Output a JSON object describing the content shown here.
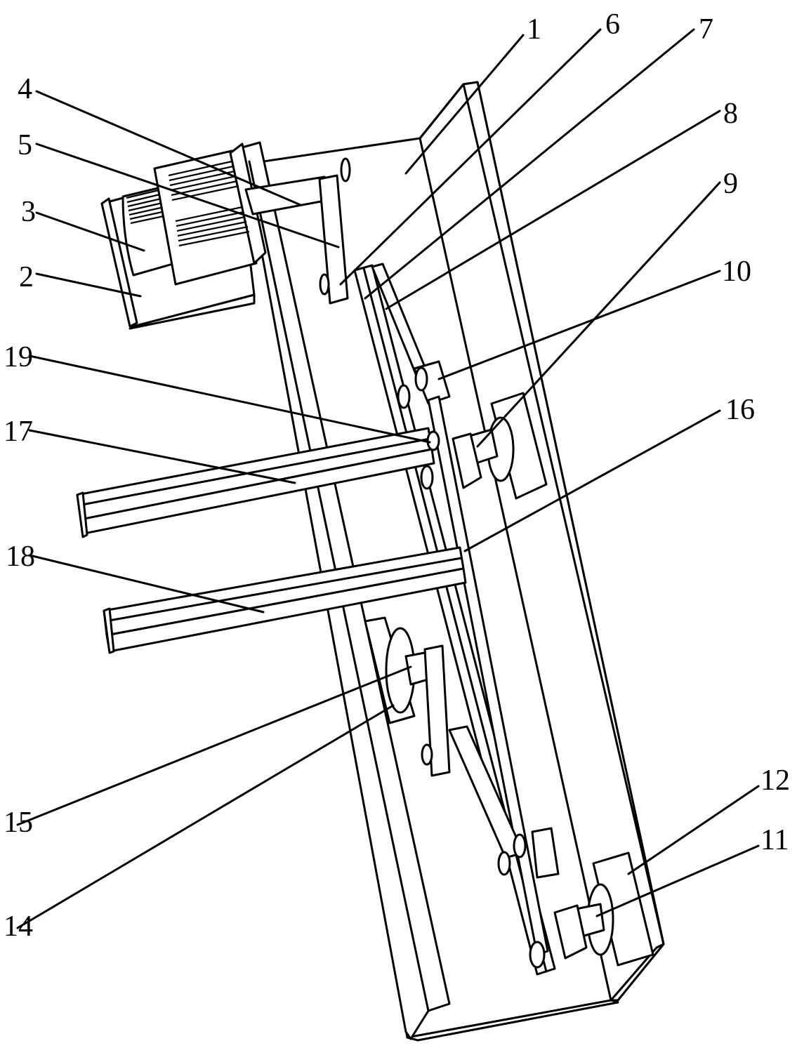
{
  "figure": {
    "type": "patent-line-drawing",
    "description": "Isometric mechanical assembly: inclined base plate with motor mount, crank-and-link mechanism, bearing blocks and two projecting support rails",
    "colors": {
      "line": "#000000",
      "background": "#ffffff"
    },
    "reference_labels": [
      {
        "id": "1",
        "text": "1",
        "side": "top"
      },
      {
        "id": "6",
        "text": "6",
        "side": "top"
      },
      {
        "id": "7",
        "text": "7",
        "side": "top"
      },
      {
        "id": "8",
        "text": "8",
        "side": "right"
      },
      {
        "id": "9",
        "text": "9",
        "side": "right"
      },
      {
        "id": "10",
        "text": "10",
        "side": "right"
      },
      {
        "id": "16",
        "text": "16",
        "side": "right"
      },
      {
        "id": "12",
        "text": "12",
        "side": "right"
      },
      {
        "id": "11",
        "text": "11",
        "side": "right"
      },
      {
        "id": "4",
        "text": "4",
        "side": "left"
      },
      {
        "id": "5",
        "text": "5",
        "side": "left"
      },
      {
        "id": "3",
        "text": "3",
        "side": "left"
      },
      {
        "id": "2",
        "text": "2",
        "side": "left"
      },
      {
        "id": "19",
        "text": "19",
        "side": "left"
      },
      {
        "id": "17",
        "text": "17",
        "side": "left"
      },
      {
        "id": "18",
        "text": "18",
        "side": "left"
      },
      {
        "id": "15",
        "text": "15",
        "side": "left"
      },
      {
        "id": "14",
        "text": "14",
        "side": "left"
      }
    ]
  }
}
